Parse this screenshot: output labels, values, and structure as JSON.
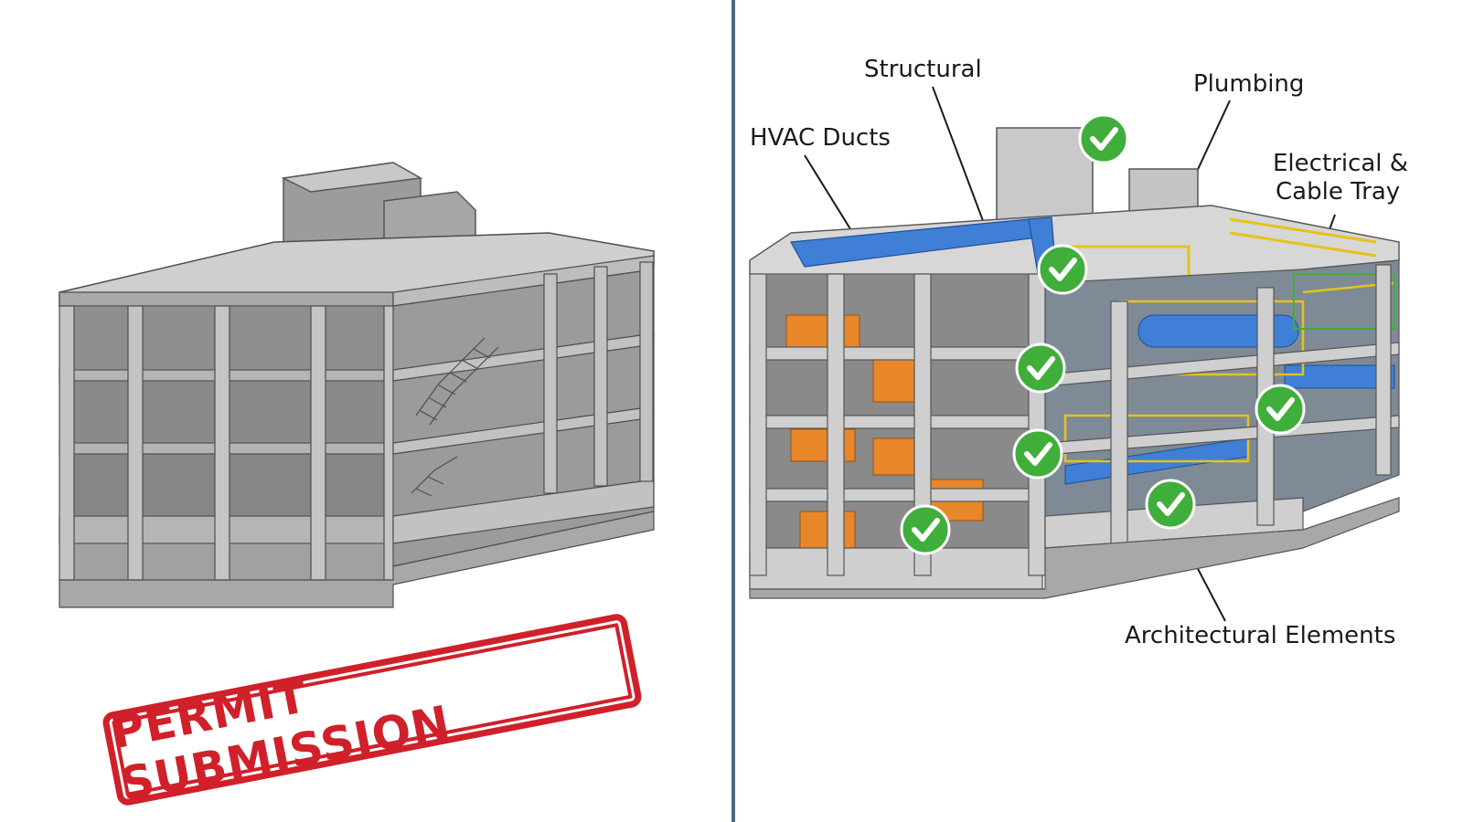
{
  "stamp": {
    "text": "PERMIT SUBMISSION",
    "color": "#d0202a"
  },
  "labels": {
    "structural": "Structural",
    "plumbing": "Plumbing",
    "hvac": "HVAC Ducts",
    "electrical_line1": "Electrical &",
    "electrical_line2": "Cable Tray",
    "architectural": "Architectural Elements"
  },
  "colors": {
    "concrete": "#b9b9b9",
    "hvac": "#3f7fd6",
    "electrical": "#e6c21a",
    "plumbing": "#2f6fe0",
    "architectural": "#e8872a",
    "check": "#3fae3a",
    "divider": "#4a6d82"
  },
  "icons": [
    "check-icon"
  ]
}
